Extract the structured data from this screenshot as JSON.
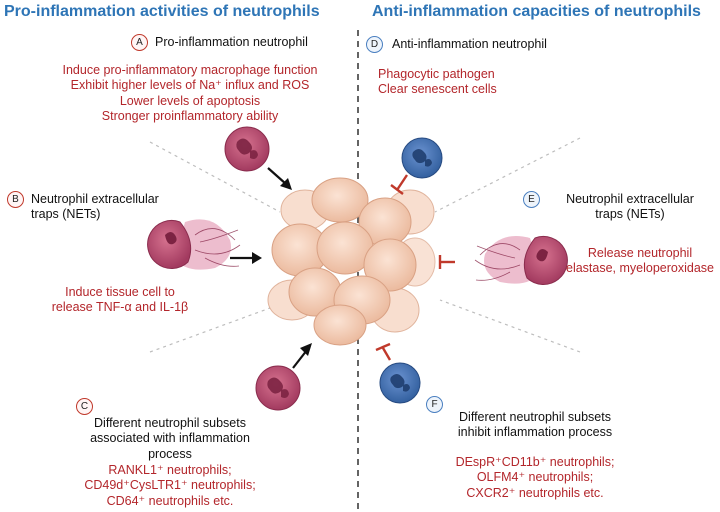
{
  "headings": {
    "left": "Pro-inflammation activities of neutrophils",
    "right": "Anti-inflammation capacities of neutrophils"
  },
  "panels": {
    "A": {
      "badge": "A",
      "title": "Pro-inflammation neutrophil",
      "lines": [
        "Induce pro-inflammatory macrophage function",
        "Exhibit higher levels of Na⁺ influx and ROS",
        "Lower levels of apoptosis",
        "Stronger proinflammatory ability"
      ]
    },
    "B": {
      "badge": "B",
      "title_lines": [
        "Neutrophil extracellular",
        "traps (NETs)"
      ],
      "lines": [
        "Induce tissue cell to",
        "release TNF-α and IL-1β"
      ]
    },
    "C": {
      "badge": "C",
      "title_lines": [
        "Different neutrophil subsets",
        "associated with inflammation",
        "process"
      ],
      "lines": [
        "RANKL1⁺ neutrophils;",
        "CD49d⁺CysLTR1⁺ neutrophils;",
        "CD64⁺ neutrophils etc."
      ]
    },
    "D": {
      "badge": "D",
      "title": "Anti-inflammation neutrophil",
      "lines": [
        "Phagocytic pathogen",
        "Clear senescent cells"
      ]
    },
    "E": {
      "badge": "E",
      "title_lines": [
        "Neutrophil extracellular",
        "traps (NETs)"
      ],
      "lines": [
        "Release neutrophil",
        "elastase, myeloperoxidase"
      ]
    },
    "F": {
      "badge": "F",
      "title_lines": [
        "Different neutrophil subsets",
        "inhibit inflammation process"
      ],
      "lines": [
        "DEspR⁺CD11b⁺ neutrophils;",
        "OLFM4⁺ neutrophils;",
        "CXCR2⁺ neutrophils etc."
      ]
    }
  },
  "colors": {
    "heading_blue": "#2e75b6",
    "text_red": "#b3262b",
    "pro_neutrophil": "#b5436b",
    "anti_neutrophil": "#3f6fb8",
    "tissue_cells": "#f2c6ab",
    "inhibit_red": "#c0392b"
  },
  "icons": [
    "pro-neutrophil-icon",
    "anti-neutrophil-icon",
    "net-neutrophil-icon",
    "tissue-cluster-icon",
    "arrow-icon",
    "inhibit-icon"
  ]
}
